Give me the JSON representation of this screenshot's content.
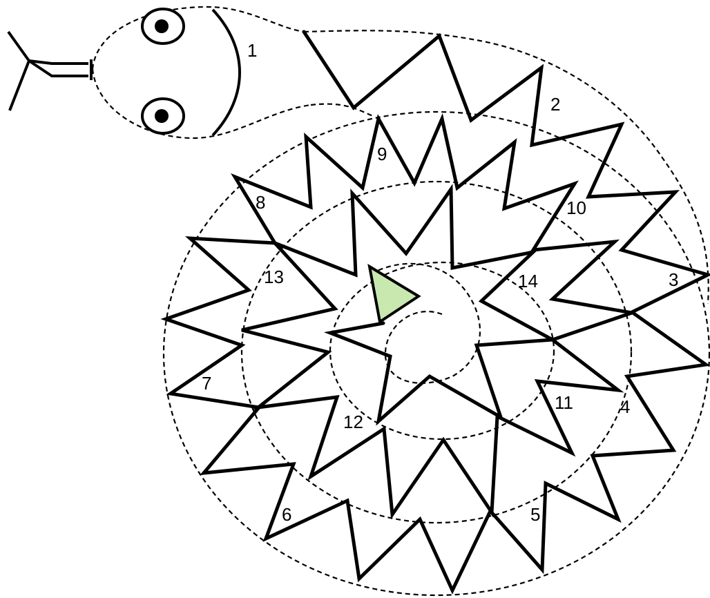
{
  "segment_labels": [
    "1",
    "2",
    "3",
    "4",
    "5",
    "6",
    "7",
    "8",
    "9",
    "10",
    "11",
    "12",
    "13",
    "14"
  ],
  "colors": {
    "line": "#000000",
    "background": "#ffffff",
    "tail_fill": "#c9e8b0"
  }
}
